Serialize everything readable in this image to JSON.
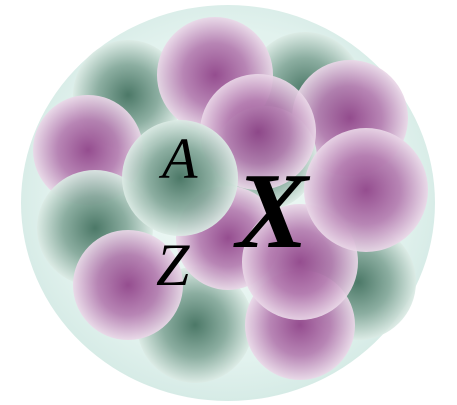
{
  "notation": {
    "mass_number_symbol": "A",
    "atomic_number_symbol": "Z",
    "element_symbol": "X"
  },
  "nucleons": {
    "proton_color": "#8e3f87",
    "neutron_color": "#3f6e5c",
    "highlight_color": "#ffffff",
    "envelope_color": "#dcefeb"
  }
}
